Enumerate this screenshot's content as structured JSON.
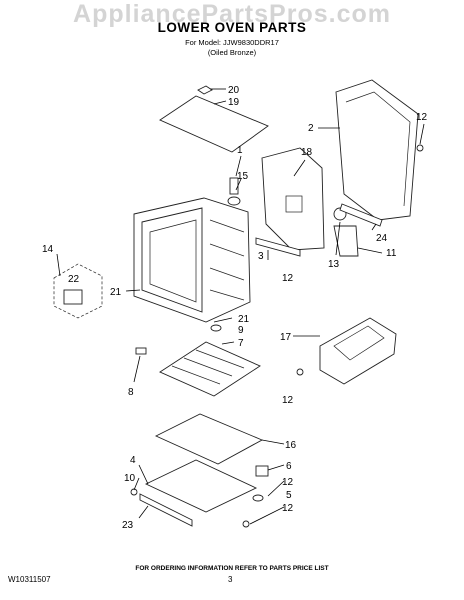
{
  "watermark": "AppliancePartsPros.com",
  "header": {
    "title": "LOWER OVEN PARTS",
    "model_line": "For Model: JJW9830DDR17",
    "finish_line": "(Oiled Bronze)"
  },
  "footer": {
    "order_note": "FOR ORDERING INFORMATION REFER TO PARTS PRICE LIST",
    "doc_number": "W10311507",
    "page_number": "3"
  },
  "callouts": [
    "20",
    "19",
    "1",
    "15",
    "18",
    "2",
    "12",
    "14",
    "22",
    "21",
    "3",
    "12",
    "24",
    "13",
    "11",
    "21",
    "9",
    "7",
    "17",
    "8",
    "12",
    "16",
    "4",
    "6",
    "10",
    "12",
    "5",
    "12",
    "23"
  ]
}
